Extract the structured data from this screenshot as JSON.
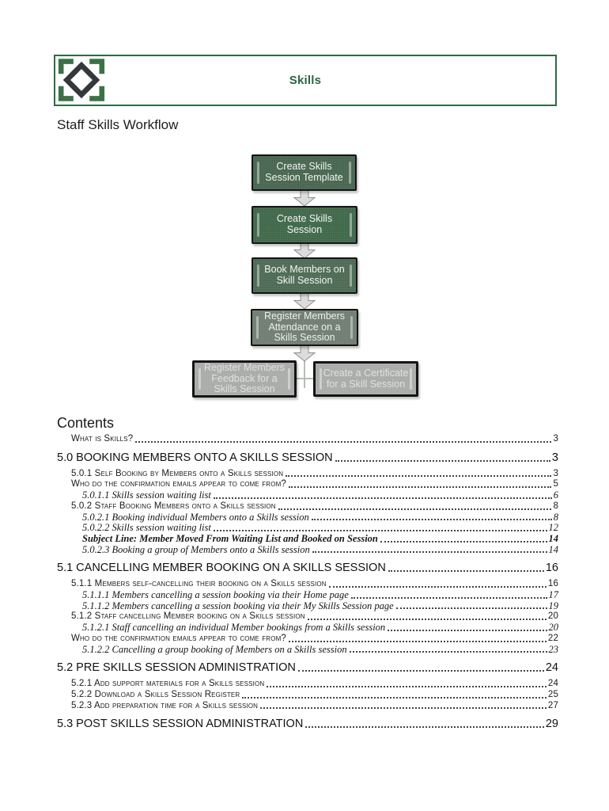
{
  "header": {
    "title": "Skills",
    "logo": "starburst-arrows-icon"
  },
  "headings": {
    "workflow": "Staff Skills Workflow"
  },
  "colors": {
    "brand_green": "#2e6b44",
    "title_green": "#2d6244",
    "flow_box_green": "#486650",
    "flow_box_muted_green": "#717e73",
    "flow_box_gray": "#a9aca9",
    "flow_box_border": "#151515",
    "arrow_fill": "#d9d9d9",
    "arrow_outline": "#8f8f8f"
  },
  "flowchart": {
    "boxes": [
      {
        "label": "Create Skills Session Template",
        "variant": "green"
      },
      {
        "label": "Create Skills Session",
        "variant": "green"
      },
      {
        "label": "Book Members on Skill Session",
        "variant": "green"
      },
      {
        "label": "Register Members Attendance on a Skills Session",
        "variant": "muted-green"
      },
      {
        "label": "Register Members Feedback for a Skills Session",
        "variant": "gray"
      },
      {
        "label": "Create a Certificate for a Skill Session",
        "variant": "gray"
      }
    ]
  },
  "toc": {
    "title": "Contents",
    "items": [
      {
        "level": 2,
        "label": "What is Skills?",
        "page": "3"
      },
      {
        "level": 1,
        "label": "5.0 BOOKING MEMBERS ONTO A SKILLS SESSION",
        "page": "3"
      },
      {
        "level": 2,
        "label": "5.0.1 Self Booking by Members onto a Skills session",
        "page": "3"
      },
      {
        "level": 2,
        "label": "Who do the confirmation emails appear to come from?",
        "page": "5"
      },
      {
        "level": 3,
        "label": "5.0.1.1 Skills session waiting list",
        "page": "6"
      },
      {
        "level": 2,
        "label": "5.0.2 Staff Booking Members onto a Skills session",
        "page": "8"
      },
      {
        "level": 3,
        "label": "5.0.2.1 Booking individual Members onto a Skills session",
        "page": "8"
      },
      {
        "level": 3,
        "label": "5.0.2.2 Skills session waiting list",
        "page": "12"
      },
      {
        "level": 3,
        "label": "Subject Line: Member Moved From Waiting List and Booked on Session",
        "page": "14"
      },
      {
        "level": 3,
        "label": "5.0.2.3 Booking a group of Members onto a Skills session",
        "page": "14"
      },
      {
        "level": 1,
        "label": "5.1 CANCELLING MEMBER BOOKING ON A SKILLS SESSION",
        "page": "16"
      },
      {
        "level": 2,
        "label": "5.1.1 Members self-cancelling their booking on a Skills session",
        "page": "16"
      },
      {
        "level": 3,
        "label": "5.1.1.1 Members cancelling a session booking via their Home page",
        "page": "17"
      },
      {
        "level": 3,
        "label": "5.1.1.2 Members cancelling a session booking via their My Skills Session page",
        "page": "19"
      },
      {
        "level": 2,
        "label": "5.1.2 Staff cancelling Member booking on a Skills session",
        "page": "20"
      },
      {
        "level": 3,
        "label": "5.1.2.1 Staff cancelling an individual Member bookings from a Skills session",
        "page": "20"
      },
      {
        "level": 2,
        "label": "Who do the confirmation emails appear to come from?",
        "page": "22"
      },
      {
        "level": 3,
        "label": "5.1.2.2 Cancelling a group booking of Members on a Skills session",
        "page": "23"
      },
      {
        "level": 1,
        "label": "5.2 PRE SKILLS SESSION ADMINISTRATION",
        "page": "24"
      },
      {
        "level": 2,
        "label": "5.2.1 Add support materials for a Skills session",
        "page": "24"
      },
      {
        "level": 2,
        "label": "5.2.2 Download a Skills Session Register",
        "page": "25"
      },
      {
        "level": 2,
        "label": "5.2.3 Add preparation time for a Skills session",
        "page": "27"
      },
      {
        "level": 1,
        "label": "5.3 POST SKILLS SESSION ADMINISTRATION",
        "page": "29"
      }
    ]
  }
}
